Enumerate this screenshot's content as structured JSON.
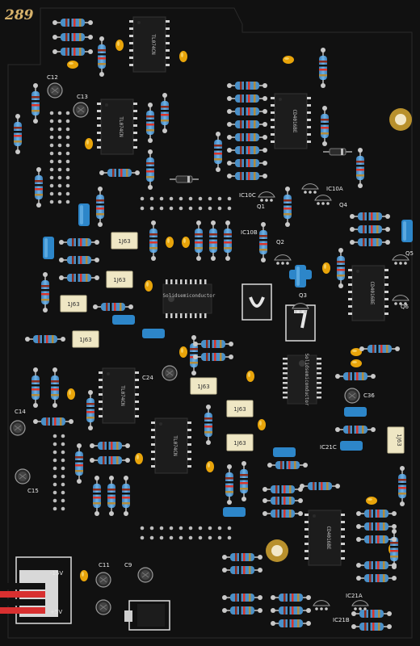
{
  "board": {
    "number": "289",
    "colors": {
      "pcb": "#111111",
      "silk": "#e8e8e8",
      "resistor": "#4a90c8",
      "cap_blue": "#2d86c9",
      "cap_yellow": "#e8a40a",
      "film_cap": "#efe7c4",
      "pad": "#c9c9c9"
    }
  },
  "labels": {
    "c12": "C12",
    "c13": "C13",
    "c14": "C14",
    "c15": "C15",
    "c24": "C24",
    "c36": "C36",
    "c11": "C11",
    "c9": "C9",
    "ic10c": "IC10C",
    "ic10a": "IC10A",
    "ic10b": "IC10B",
    "ic21c": "IC21C",
    "ic21a": "IC21A",
    "ic21b": "IC21B",
    "q1": "Q1",
    "q2": "Q2",
    "q3": "Q3",
    "q4": "Q4",
    "q5": "Q5",
    "q6": "Q6",
    "v_neg15": "-15V",
    "v_pos5": "+5V"
  },
  "chips": {
    "ic_top": "TL074CN",
    "ic_left": "TL074CN",
    "ic_right_top": "CD4016BE",
    "ic_right_mid": "CD4016BE",
    "ic_right_low": "CD4016BE",
    "ic_mid_left": "TL074CN",
    "ic_mid_center": "TL074CN",
    "ic_smd_left": "Solidsemiconductor",
    "ic_smd_right": "Solidsemiconductor"
  },
  "film_caps": {
    "label": "1J63"
  }
}
